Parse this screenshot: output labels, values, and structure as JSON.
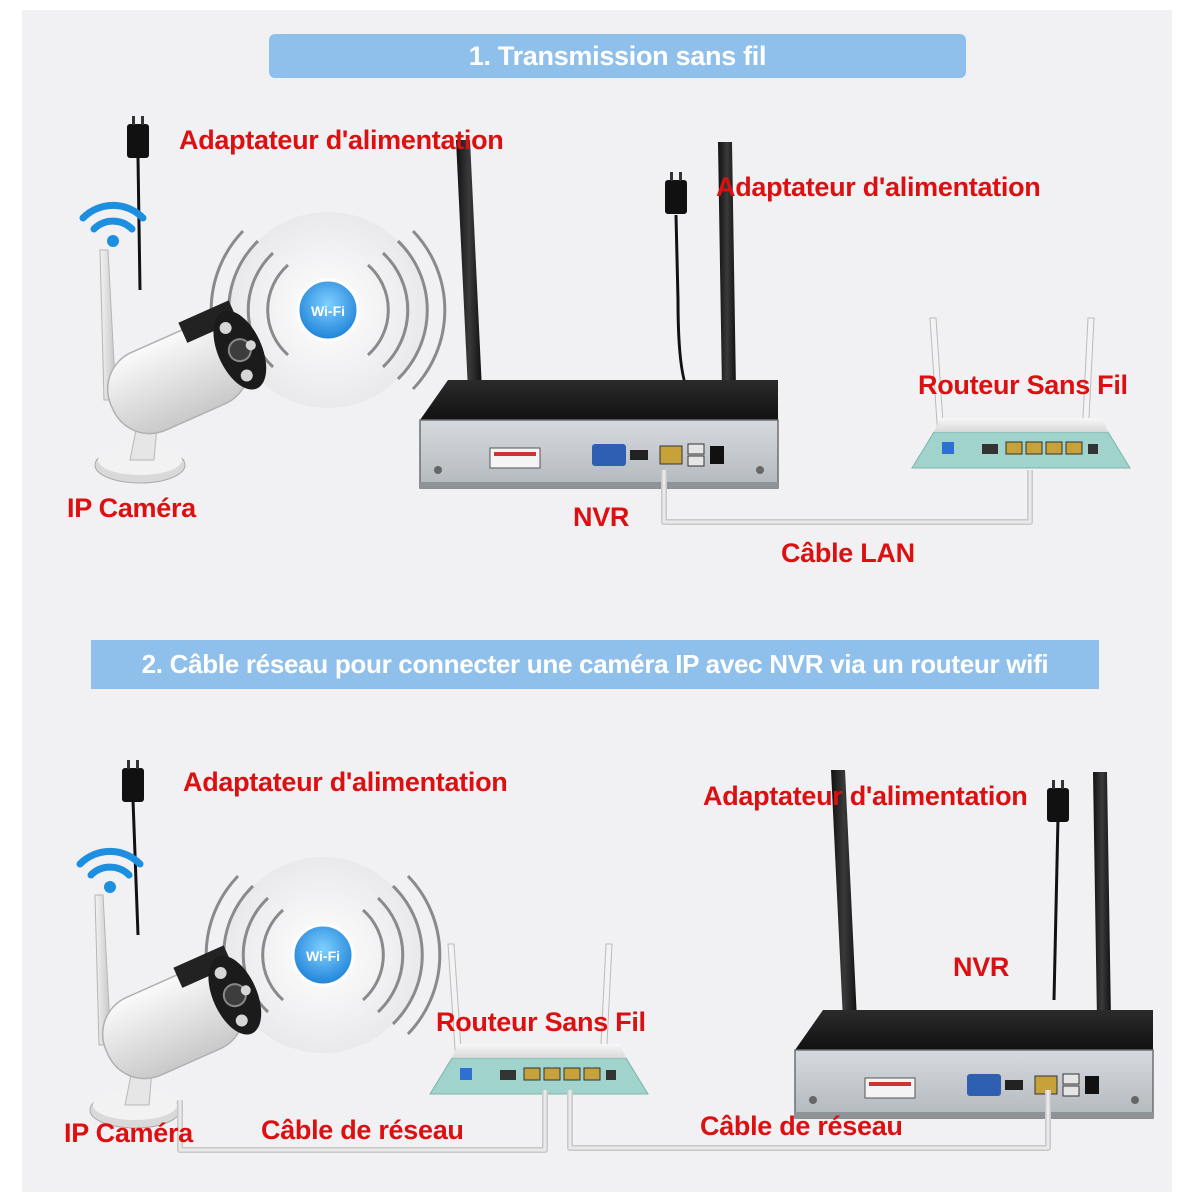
{
  "section1": {
    "title": "1. Transmission sans fil",
    "camera_power_label": "Adaptateur d'alimentation",
    "nvr_power_label": "Adaptateur d'alimentation",
    "router_label": "Routeur Sans Fil",
    "camera_label": "IP Caméra",
    "nvr_label": "NVR",
    "cable_label": "Câble LAN",
    "wifi_badge": "Wi-Fi"
  },
  "section2": {
    "title": "2. Câble réseau pour connecter une caméra IP avec NVR via un routeur wifi",
    "camera_power_label": "Adaptateur d'alimentation",
    "nvr_power_label": "Adaptateur d'alimentation",
    "nvr_label": "NVR",
    "router_label": "Routeur Sans Fil",
    "camera_label": "IP Caméra",
    "cable_label_left": "Câble de réseau",
    "cable_label_right": "Câble de réseau",
    "wifi_badge": "Wi-Fi"
  },
  "colors": {
    "banner": "#8fc0ec",
    "label": "#dc1010",
    "panel": "#f1f1f4",
    "router_body": "#9fd3cc",
    "nvr_face": "#c9ced3"
  }
}
